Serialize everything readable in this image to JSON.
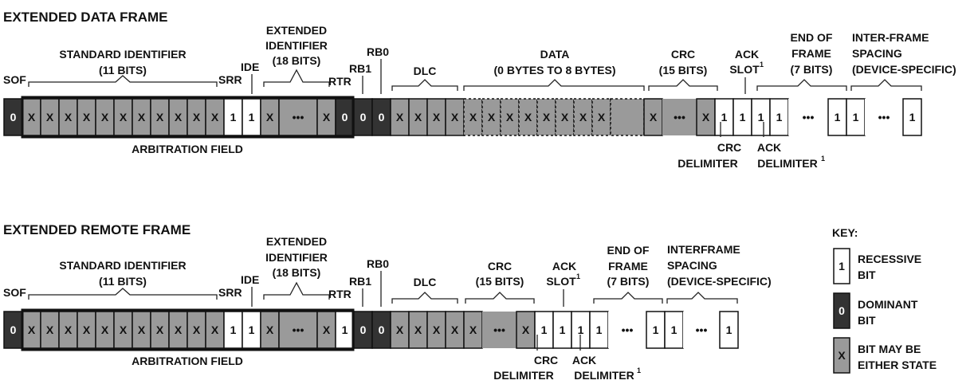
{
  "data_frame": {
    "title": "EXTENDED DATA FRAME",
    "labels": {
      "sof": "SOF",
      "std_id": "STANDARD IDENTIFIER",
      "std_bits": "(11 BITS)",
      "srr": "SRR",
      "ide": "IDE",
      "ext_id1": "EXTENDED",
      "ext_id2": "IDENTIFIER",
      "ext_bits": "(18 BITS)",
      "rtr": "RTR",
      "rb1": "RB1",
      "rb0": "RB0",
      "dlc": "DLC",
      "data": "DATA",
      "data_bits": "(0 BYTES TO 8 BYTES)",
      "crc": "CRC",
      "crc_bits": "(15 BITS)",
      "ack": "ACK",
      "slot": "SLOT",
      "sup": "1",
      "eof1": "END OF",
      "eof2": "FRAME",
      "eof_bits": "(7 BITS)",
      "ifs1": "INTER-FRAME",
      "ifs2": "SPACING",
      "ifs3": "(DEVICE-SPECIFIC)",
      "arb": "ARBITRATION FIELD",
      "crc_delim1": "CRC",
      "crc_delim2": "DELIMITER",
      "ack_delim1": "ACK",
      "ack_delim2": "DELIMITER",
      "ack_delim_sup": "1"
    }
  },
  "remote_frame": {
    "title": "EXTENDED REMOTE FRAME",
    "labels": {
      "sof": "SOF",
      "std_id": "STANDARD IDENTIFIER",
      "std_bits": "(11 BITS)",
      "srr": "SRR",
      "ide": "IDE",
      "ext_id1": "EXTENDED",
      "ext_id2": "IDENTIFIER",
      "ext_bits": "(18 BITS)",
      "rtr": "RTR",
      "rb1": "RB1",
      "rb0": "RB0",
      "dlc": "DLC",
      "crc": "CRC",
      "crc_bits": "(15 BITS)",
      "ack": "ACK",
      "slot": "SLOT",
      "sup": "1",
      "eof1": "END OF",
      "eof2": "FRAME",
      "eof_bits": "(7 BITS)",
      "ifs1": "INTERFRAME",
      "ifs2": "SPACING",
      "ifs3": "(DEVICE-SPECIFIC)",
      "arb": "ARBITRATION FIELD",
      "crc_delim1": "CRC",
      "crc_delim2": "DELIMITER",
      "ack_delim1": "ACK",
      "ack_delim2": "DELIMITER",
      "ack_delim_sup": "1"
    }
  },
  "key": {
    "title": "KEY:",
    "recessive_symbol": "1",
    "recessive_1": "RECESSIVE",
    "recessive_2": "BIT",
    "dominant_symbol": "0",
    "dominant_1": "DOMINANT",
    "dominant_2": "BIT",
    "either_symbol": "X",
    "either_1": "BIT MAY BE",
    "either_2": "EITHER STATE"
  },
  "bit_symbols": {
    "dominant": "0",
    "recessive": "1",
    "either": "X",
    "ellipsis": "•••"
  },
  "colors": {
    "dominant": "#333333",
    "either": "#9a9a9a",
    "recessive": "#ffffff",
    "outline": "#111111"
  }
}
